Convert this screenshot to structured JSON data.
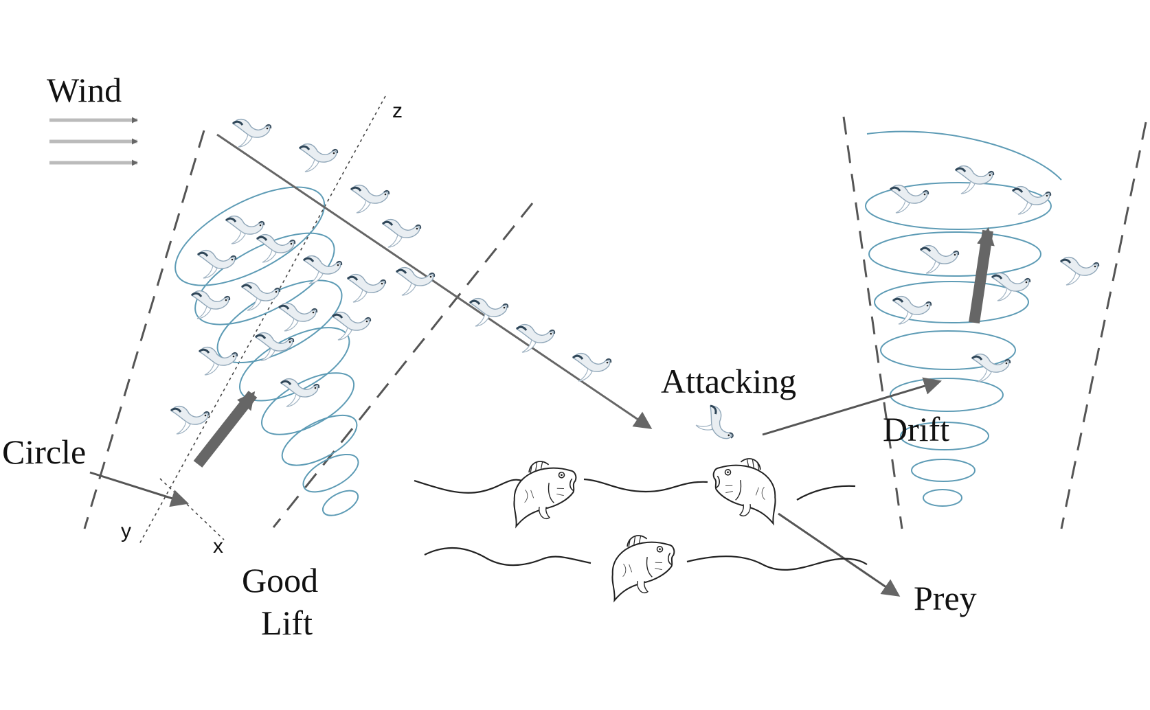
{
  "labels": {
    "wind": "Wind",
    "circle": "Circle",
    "good_lift_line1": "Good",
    "good_lift_line2": "Lift",
    "attacking": "Attacking",
    "drift": "Drift",
    "prey": "Prey"
  },
  "axes": {
    "x": "x",
    "y": "y",
    "z": "z"
  },
  "colors": {
    "spiral": "#5d9bb5",
    "arrow": "#666666",
    "dashed": "#555555",
    "wind_arrow": "#bbbbbb",
    "bird_body": "#e9eef2",
    "bird_shade": "#8fa6b8",
    "bird_dark": "#2f4658",
    "fish_line": "#222222"
  },
  "icons": {
    "bird": "seagull-icon",
    "fish": "fish-icon"
  }
}
